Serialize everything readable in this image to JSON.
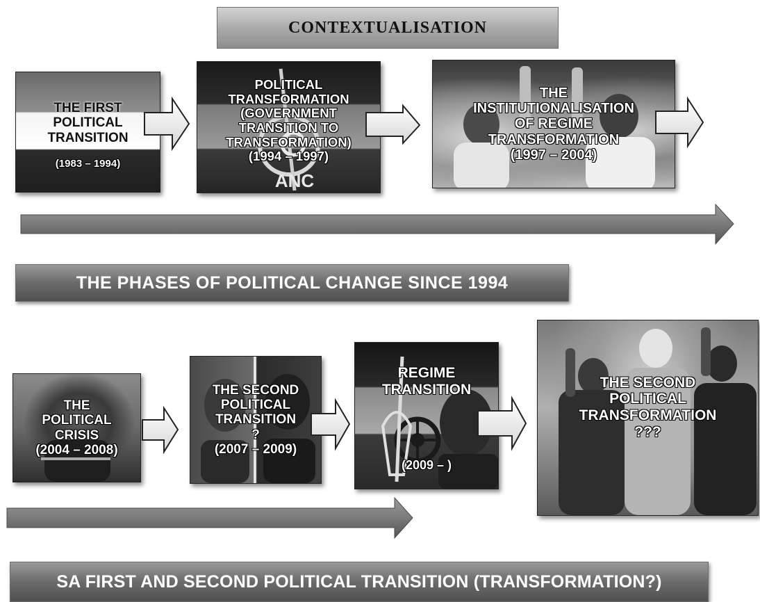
{
  "banners": {
    "contextualisation": "CONTEXTUALISATION",
    "phases": "THE PHASES OF POLITICAL CHANGE SINCE 1994",
    "sa_first_second": "SA FIRST AND SECOND POLITICAL TRANSITION (TRANSFORMATION?)"
  },
  "top_row": [
    {
      "lines": [
        "THE FIRST",
        "POLITICAL",
        "TRANSITION"
      ],
      "period": "(1983 – 1994)"
    },
    {
      "lines": [
        "POLITICAL",
        "TRANSFORMATION",
        "(GOVERNMENT",
        "TRANSITION TO",
        "TRANSFORMATION)"
      ],
      "period": "(1994 – 1997)",
      "logo": "ANC"
    },
    {
      "lines": [
        "THE",
        "INSTITUTIONALISATION",
        "OF REGIME",
        "TRANSFORMATION"
      ],
      "period": "(1997 – 2004)"
    }
  ],
  "bottom_row": [
    {
      "lines": [
        "THE",
        "POLITICAL",
        "CRISIS"
      ],
      "period": "(2004 – 2008)"
    },
    {
      "lines": [
        "THE SECOND",
        "POLITICAL",
        "TRANSITION",
        "?"
      ],
      "period": "(2007 – 2009)"
    },
    {
      "lines": [
        "REGIME",
        "TRANSITION"
      ],
      "period": "(2009 – )"
    },
    {
      "lines": [
        "THE SECOND",
        "POLITICAL",
        "TRANSFORMATION",
        "???"
      ],
      "period": ""
    }
  ],
  "colors": {
    "arrow_fill": "#7a7a7a",
    "block_arrow_fill": "#f2f2f2",
    "tile_dark": "#2b2b2b"
  },
  "icons": [
    "right-block-arrow-icon",
    "timeline-arrow-icon",
    "anc-spear-shield-icon",
    "wheel-icon"
  ]
}
